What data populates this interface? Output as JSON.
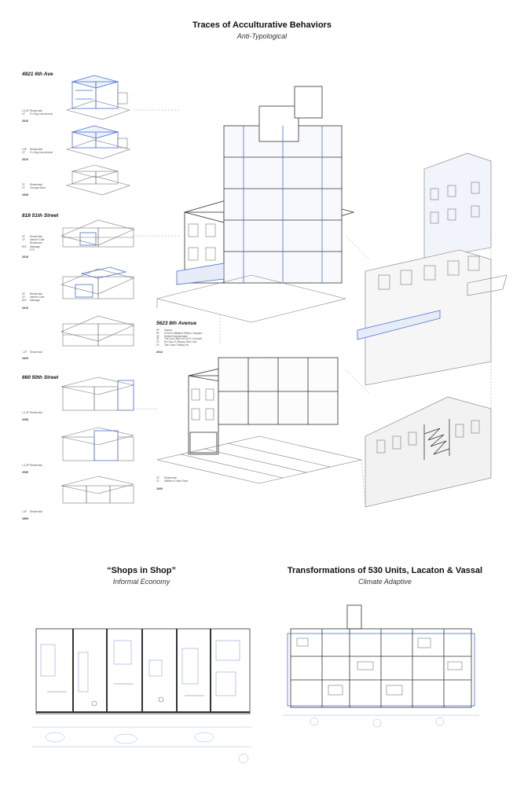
{
  "header": {
    "title": "Traces of Acculturative Behaviors",
    "subtitle": "Anti-Typological"
  },
  "case_studies": [
    {
      "address": "4821 6th Ave",
      "snapshots": [
        {
          "year": "2016",
          "floors": [
            {
              "level": "2,3,4F",
              "use": "Residential"
            },
            {
              "level": "1F",
              "use": "Fu Xing Laundromat"
            }
          ]
        },
        {
          "year": "2013",
          "floors": [
            {
              "level": "2,3F",
              "use": "Residential"
            },
            {
              "level": "1F",
              "use": "Fu Xing Laundromat"
            }
          ]
        },
        {
          "year": "1928",
          "floors": [
            {
              "level": "2F",
              "use": "Residential"
            },
            {
              "level": "1F",
              "use": "Georges Barb"
            }
          ]
        }
      ]
    },
    {
      "address": "818 51th Street",
      "snapshots": [
        {
          "year": "2018",
          "floors": [
            {
              "level": "2F",
              "use": "Residential"
            },
            {
              "level": "1F",
              "use": "Internet Cafe"
            },
            {
              "level": "",
              "use": "Restaurant"
            },
            {
              "level": "B1F",
              "use": "Massage"
            },
            {
              "level": "",
              "use": "KTV"
            }
          ]
        },
        {
          "year": "2016",
          "floors": [
            {
              "level": "2F",
              "use": "Residential"
            },
            {
              "level": "1F",
              "use": "Internet Cafe"
            },
            {
              "level": "B1F",
              "use": "Massage"
            }
          ]
        },
        {
          "year": "1920",
          "floors": [
            {
              "level": "1,2F",
              "use": "Residential"
            }
          ]
        }
      ]
    },
    {
      "address": "660 50th Street",
      "snapshots": [
        {
          "year": "2008",
          "floors": [
            {
              "level": "1,2,3F",
              "use": "Residential"
            }
          ]
        },
        {
          "year": "2005",
          "floors": [
            {
              "level": "1,2,3F",
              "use": "Residential"
            }
          ]
        },
        {
          "year": "1899",
          "floors": [
            {
              "level": "1,2F",
              "use": "Residential"
            }
          ]
        }
      ]
    }
  ],
  "main_building": {
    "address": "5623 8th Avenue",
    "snapshots": [
      {
        "year": "2014",
        "floors": [
          {
            "level": "6F",
            "use": "Vacant"
          },
          {
            "level": "5F",
            "use": "SYNCS Affiliated Offices, Daycare"
          },
          {
            "level": "4F",
            "use": "Global Entertainment"
          },
          {
            "level": "3F",
            "use": "The Law Office of Eun S. Schmidt"
          },
          {
            "level": "2F",
            "use": "Sei Hao 21 Beauty Skin Care"
          },
          {
            "level": "1F",
            "use": "Tian Xuan Trading Inc"
          }
        ]
      },
      {
        "year": "1920",
        "floors": [
          {
            "level": "2F",
            "use": "Residential"
          },
          {
            "level": "1F",
            "use": "William's Outlet Store"
          }
        ]
      }
    ]
  },
  "bottom_sections": [
    {
      "title": "“Shops in Shop”",
      "subtitle": "Informal Economy"
    },
    {
      "title": "Transformations of 530 Units, Lacaton & Vassal",
      "subtitle": "Climate Adaptive"
    }
  ],
  "colors": {
    "accent": "#4a6fd0",
    "line": "#333333",
    "light_line": "#999999",
    "tint": "#e6ecf8"
  }
}
